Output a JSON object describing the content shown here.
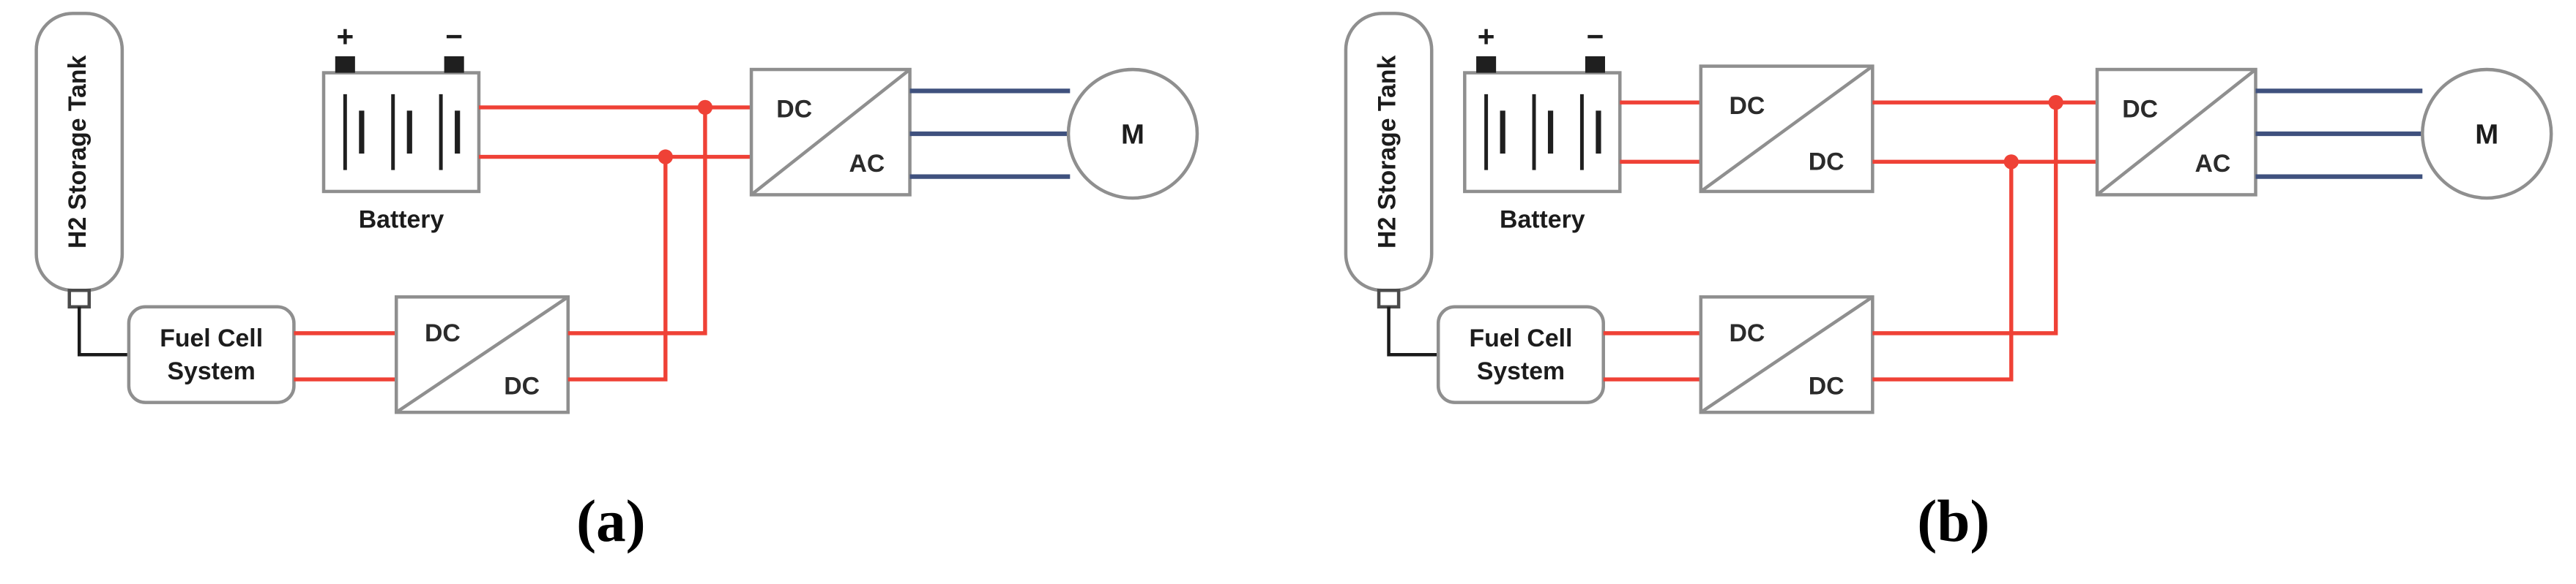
{
  "colors": {
    "wire_red": "#ef4136",
    "wire_blue": "#3f517e",
    "box_stroke": "#8f8f8f",
    "text": "#1c1c1c"
  },
  "captions": {
    "a": "(a)",
    "b": "(b)"
  },
  "a": {
    "tank_label": "H2 Storage Tank",
    "fuel_cell_line1": "Fuel Cell",
    "fuel_cell_line2": "System",
    "battery_label": "Battery",
    "plus": "+",
    "minus": "−",
    "fc_dcdc": {
      "in": "DC",
      "out": "DC"
    },
    "inverter": {
      "in": "DC",
      "out": "AC"
    },
    "motor": "M"
  },
  "b": {
    "tank_label": "H2 Storage Tank",
    "fuel_cell_line1": "Fuel Cell",
    "fuel_cell_line2": "System",
    "battery_label": "Battery",
    "plus": "+",
    "minus": "−",
    "bat_dcdc": {
      "in": "DC",
      "out": "DC"
    },
    "fc_dcdc": {
      "in": "DC",
      "out": "DC"
    },
    "inverter": {
      "in": "DC",
      "out": "AC"
    },
    "motor": "M"
  }
}
